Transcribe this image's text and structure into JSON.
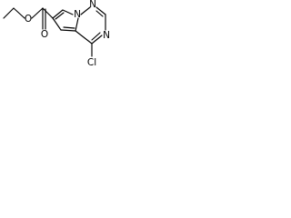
{
  "molecule": {
    "atoms": {
      "ester_o_1": "O",
      "ester_o_2": "O",
      "ring_n_1": "N",
      "ring_n_2": "N",
      "ring_n_3": "N",
      "chlorine": "Cl"
    }
  }
}
